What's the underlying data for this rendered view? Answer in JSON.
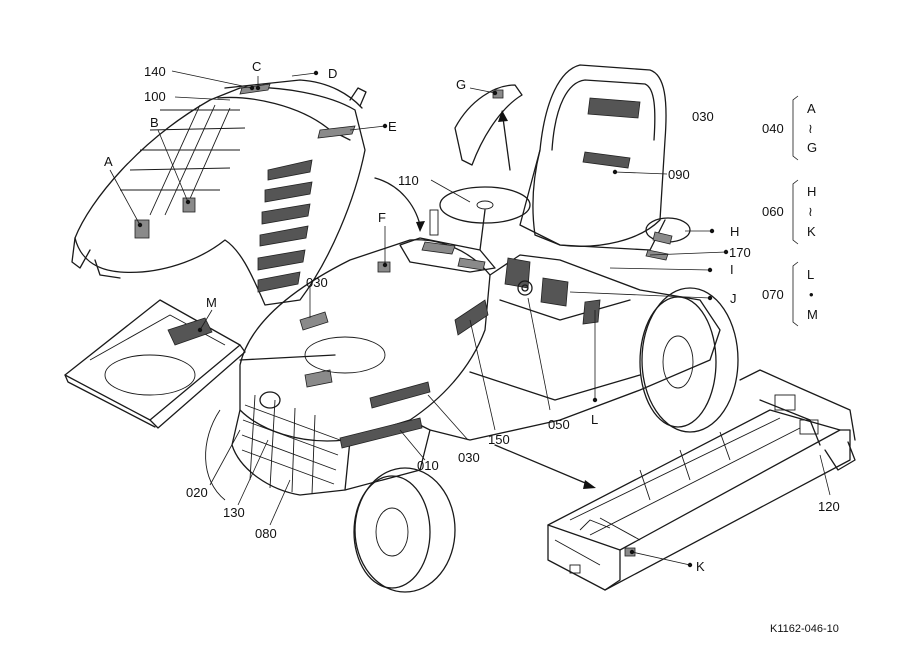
{
  "figure_id": "K1162-046-10",
  "part_numbers": [
    "140",
    "100",
    "030",
    "110",
    "030",
    "010",
    "030",
    "020",
    "130",
    "080",
    "150",
    "050",
    "170",
    "090",
    "120"
  ],
  "callouts": [
    "A",
    "B",
    "C",
    "D",
    "E",
    "F",
    "G",
    "H",
    "I",
    "J",
    "K",
    "L",
    "M"
  ],
  "groups": [
    {
      "number": "040",
      "from": "A",
      "sep": "≀",
      "to": "G"
    },
    {
      "number": "060",
      "from": "H",
      "sep": "≀",
      "to": "K"
    },
    {
      "number": "070",
      "from": "L",
      "sep": "•",
      "to": "M"
    }
  ]
}
